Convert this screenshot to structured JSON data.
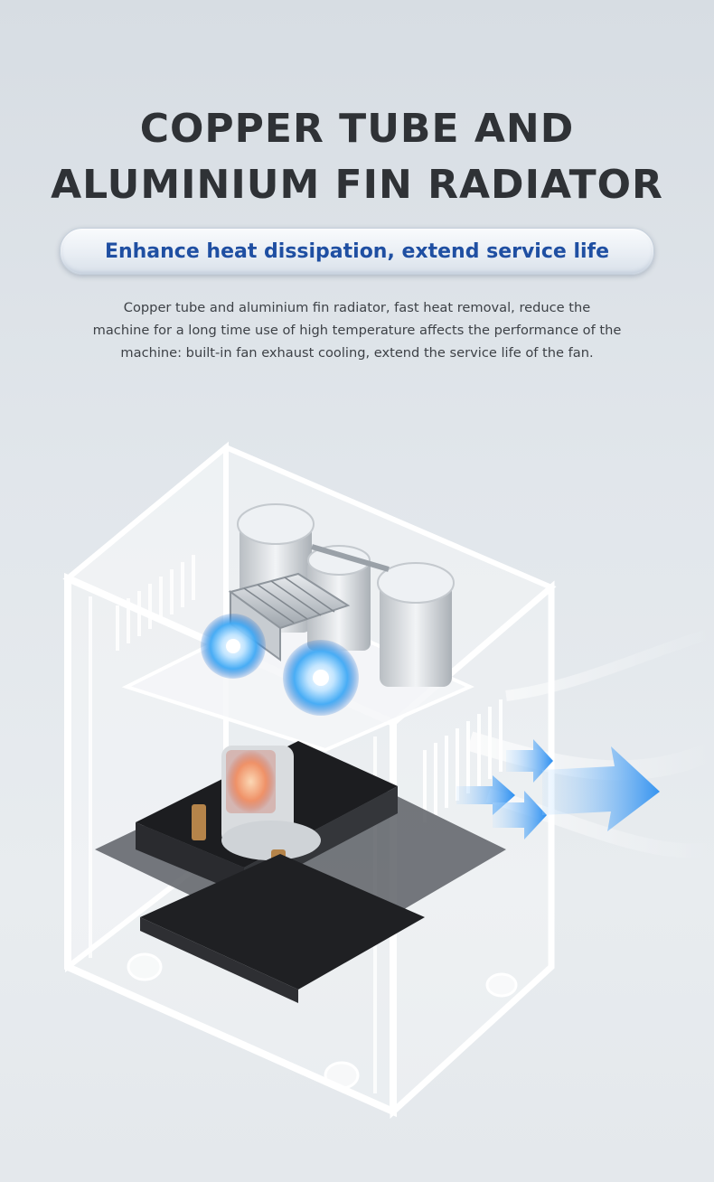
{
  "headline": {
    "line1": "COPPER TUBE AND",
    "line2": "ALUMINIUM FIN RADIATOR"
  },
  "tagline": "Enhance heat dissipation, extend service life",
  "description": {
    "line1": "Copper tube and aluminium fin radiator, fast heat removal, reduce the",
    "line2": "machine for a long time use of high temperature affects the performance of the",
    "line3": "machine: built-in fan exhaust cooling, extend the service life of the fan."
  },
  "colors": {
    "headline": "#2f3236",
    "tagline": "#1f4fa2",
    "fan_glow": "#3fa9f5",
    "airflow_arrow": "#2c8ff0"
  },
  "icons": [
    "cooling-fan-icon",
    "airflow-arrow-icon"
  ]
}
